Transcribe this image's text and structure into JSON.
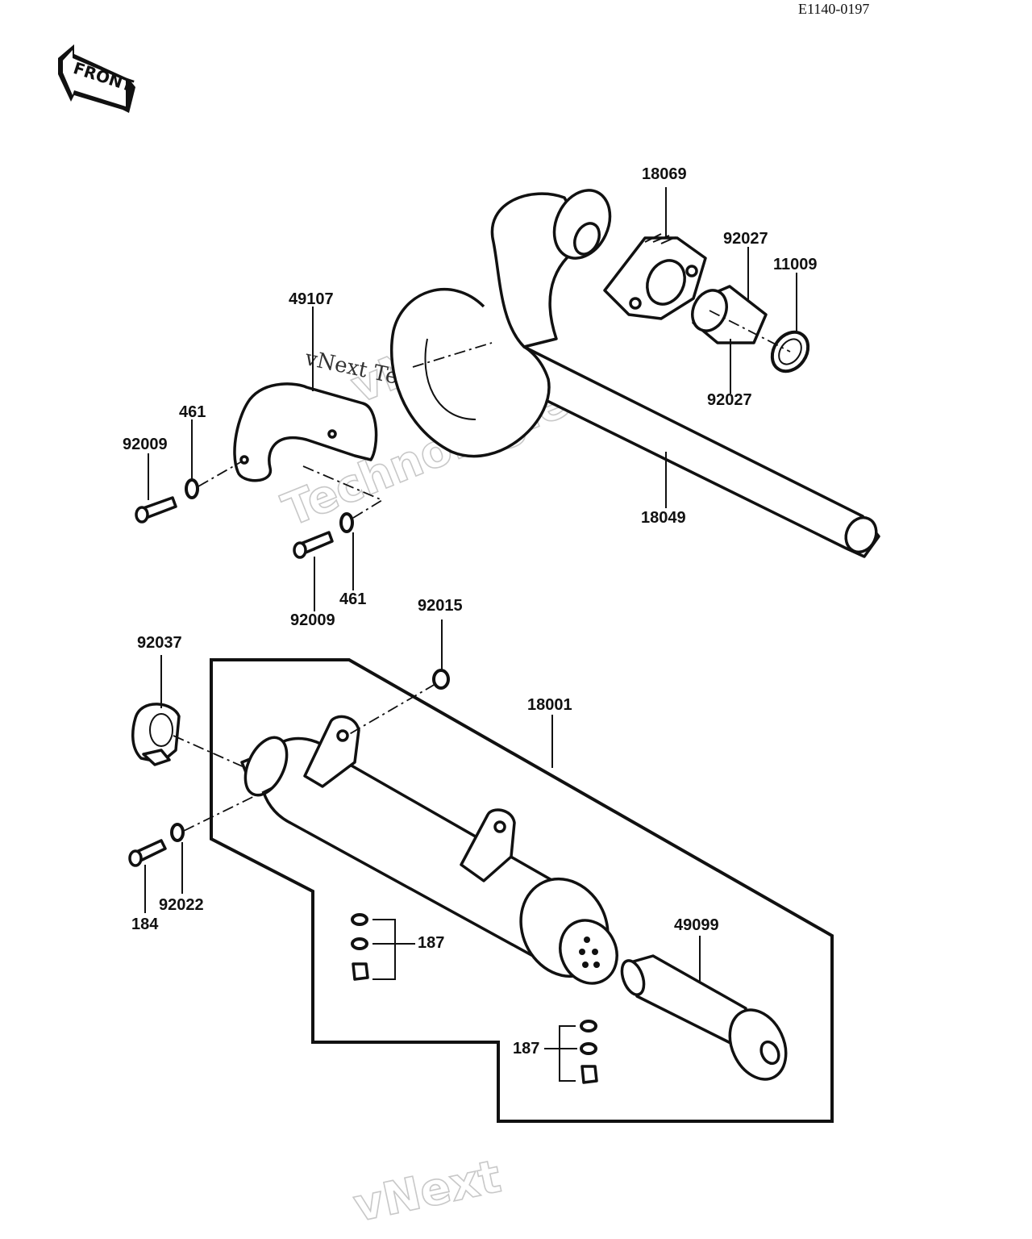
{
  "reference_code": "E1140-0197",
  "front_arrow_label": "FRONT",
  "watermark_lines": [
    "vNext",
    "Technologies"
  ],
  "watermark_text": "vNext Technologies",
  "watermark_bottom": "vNext",
  "labels": {
    "p18069": "18069",
    "p92027_top": "92027",
    "p11009": "11009",
    "p92027_bottom": "92027",
    "p49107": "49107",
    "p461_left": "461",
    "p92009_left": "92009",
    "p18049": "18049",
    "p92009_bottom": "92009",
    "p461_bottom": "461",
    "p92015": "92015",
    "p92037": "92037",
    "p18001": "18001",
    "p184": "184",
    "p92022": "92022",
    "p187_upper": "187",
    "p49099": "49099",
    "p187_lower": "187"
  }
}
